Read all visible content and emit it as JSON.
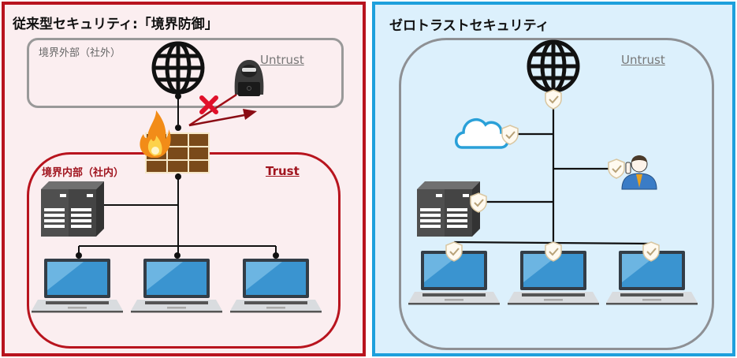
{
  "left": {
    "title": "従来型セキュリティ:「境界防御」",
    "outside_zone_label": "境界外部（社外）",
    "inside_zone_label": "境界内部（社内）",
    "untrust_label": "Untrust",
    "trust_label": "Trust",
    "icons": [
      "globe-icon",
      "hacker-icon",
      "blocked-x-icon",
      "attack-arrow-icon",
      "firewall-icon",
      "fire-icon",
      "server-icon",
      "laptop-icon",
      "laptop-icon",
      "laptop-icon"
    ]
  },
  "right": {
    "title": "ゼロトラストセキュリティ",
    "untrust_label": "Untrust",
    "icons": [
      "globe-icon",
      "cloud-icon",
      "user-icon",
      "server-icon",
      "laptop-icon",
      "laptop-icon",
      "laptop-icon",
      "shield-check-icon"
    ]
  },
  "colors": {
    "left_border": "#b8141e",
    "left_bg": "#fbeef0",
    "right_border": "#1ea0dc",
    "right_bg": "#dcf0fc",
    "firewall_brick": "#7a4a1a",
    "screen_blue": "#3a94d0",
    "cloud_blue": "#2aa0d8",
    "blocked_red": "#e0102a"
  }
}
